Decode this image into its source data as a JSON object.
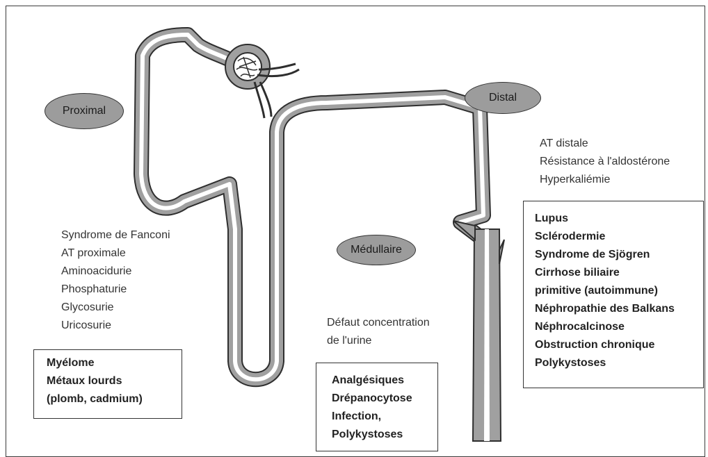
{
  "labels": {
    "proximal": "Proximal",
    "distal": "Distal",
    "medullaire": "Médullaire"
  },
  "proximal_features": [
    "Syndrome de Fanconi",
    "AT proximale",
    "Aminoacidurie",
    "Phosphaturie",
    "Glycosurie",
    "Uricosurie"
  ],
  "proximal_causes": [
    "Myélome",
    "Métaux lourds",
    "(plomb, cadmium)"
  ],
  "medullary_features": [
    "Défaut concentration",
    "de l'urine"
  ],
  "medullary_causes": [
    "Analgésiques",
    "Drépanocytose",
    "Infection,",
    "Polykystoses"
  ],
  "distal_features": [
    "AT distale",
    "Résistance à l'aldostérone",
    "Hyperkaliémie"
  ],
  "distal_causes": [
    "Lupus",
    "Sclérodermie",
    "Syndrome de Sjögren",
    "Cirrhose biliaire",
    "primitive (autoimmune)",
    "Néphropathie des Balkans",
    "Néphrocalcinose",
    "Obstruction chronique",
    "Polykystoses"
  ],
  "colors": {
    "tubule_wall": "#9a9a9a",
    "tubule_lumen": "#ffffff",
    "oval_fill": "#9c9c9c"
  }
}
